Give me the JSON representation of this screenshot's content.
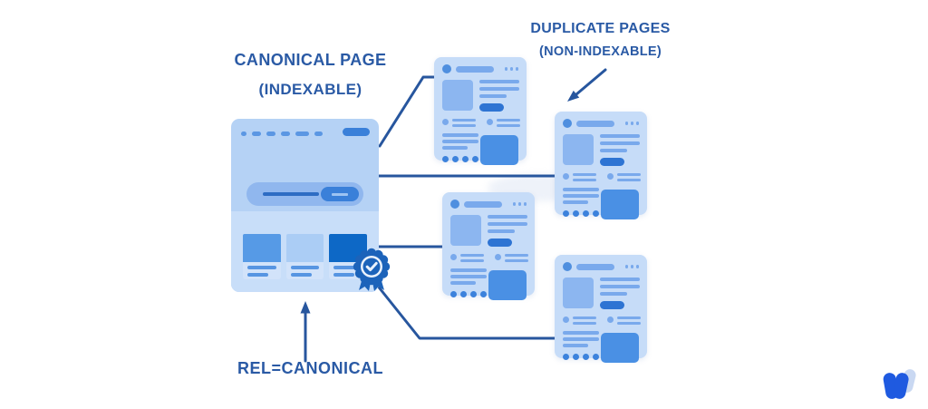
{
  "diagram": {
    "title": "Canonical page vs duplicate pages (rel=canonical) diagram",
    "labels": {
      "canonical_line1": "CANONICAL PAGE",
      "canonical_line2": "(INDEXABLE)",
      "duplicates_line1": "DUPLICATE PAGES",
      "duplicates_line2": "(NON-INDEXABLE)",
      "rel": "REL=CANONICAL"
    },
    "counts": {
      "duplicate_pages": 4,
      "canonical_pages": 1
    },
    "icons": {
      "badge": "check-badge-icon",
      "logo": "brand-logo-w",
      "arrows": [
        "down-left-arrow",
        "up-arrow"
      ]
    },
    "colors": {
      "background": "#ffffff",
      "label_text": "#2a5aa5",
      "connector": "#27569e",
      "canonical_fill": "#b5d2f5",
      "canonical_section_fill": "#c8def9",
      "duplicate_fill": "#c6dcf8",
      "wireframe_blue": "#79a9ec",
      "accent_dark": "#2e74d3",
      "image_block": "#4a90e4",
      "badge_blue": "#1c63ba",
      "logo_blue": "#1f5ae0",
      "logo_light": "#c9d8f2"
    }
  }
}
